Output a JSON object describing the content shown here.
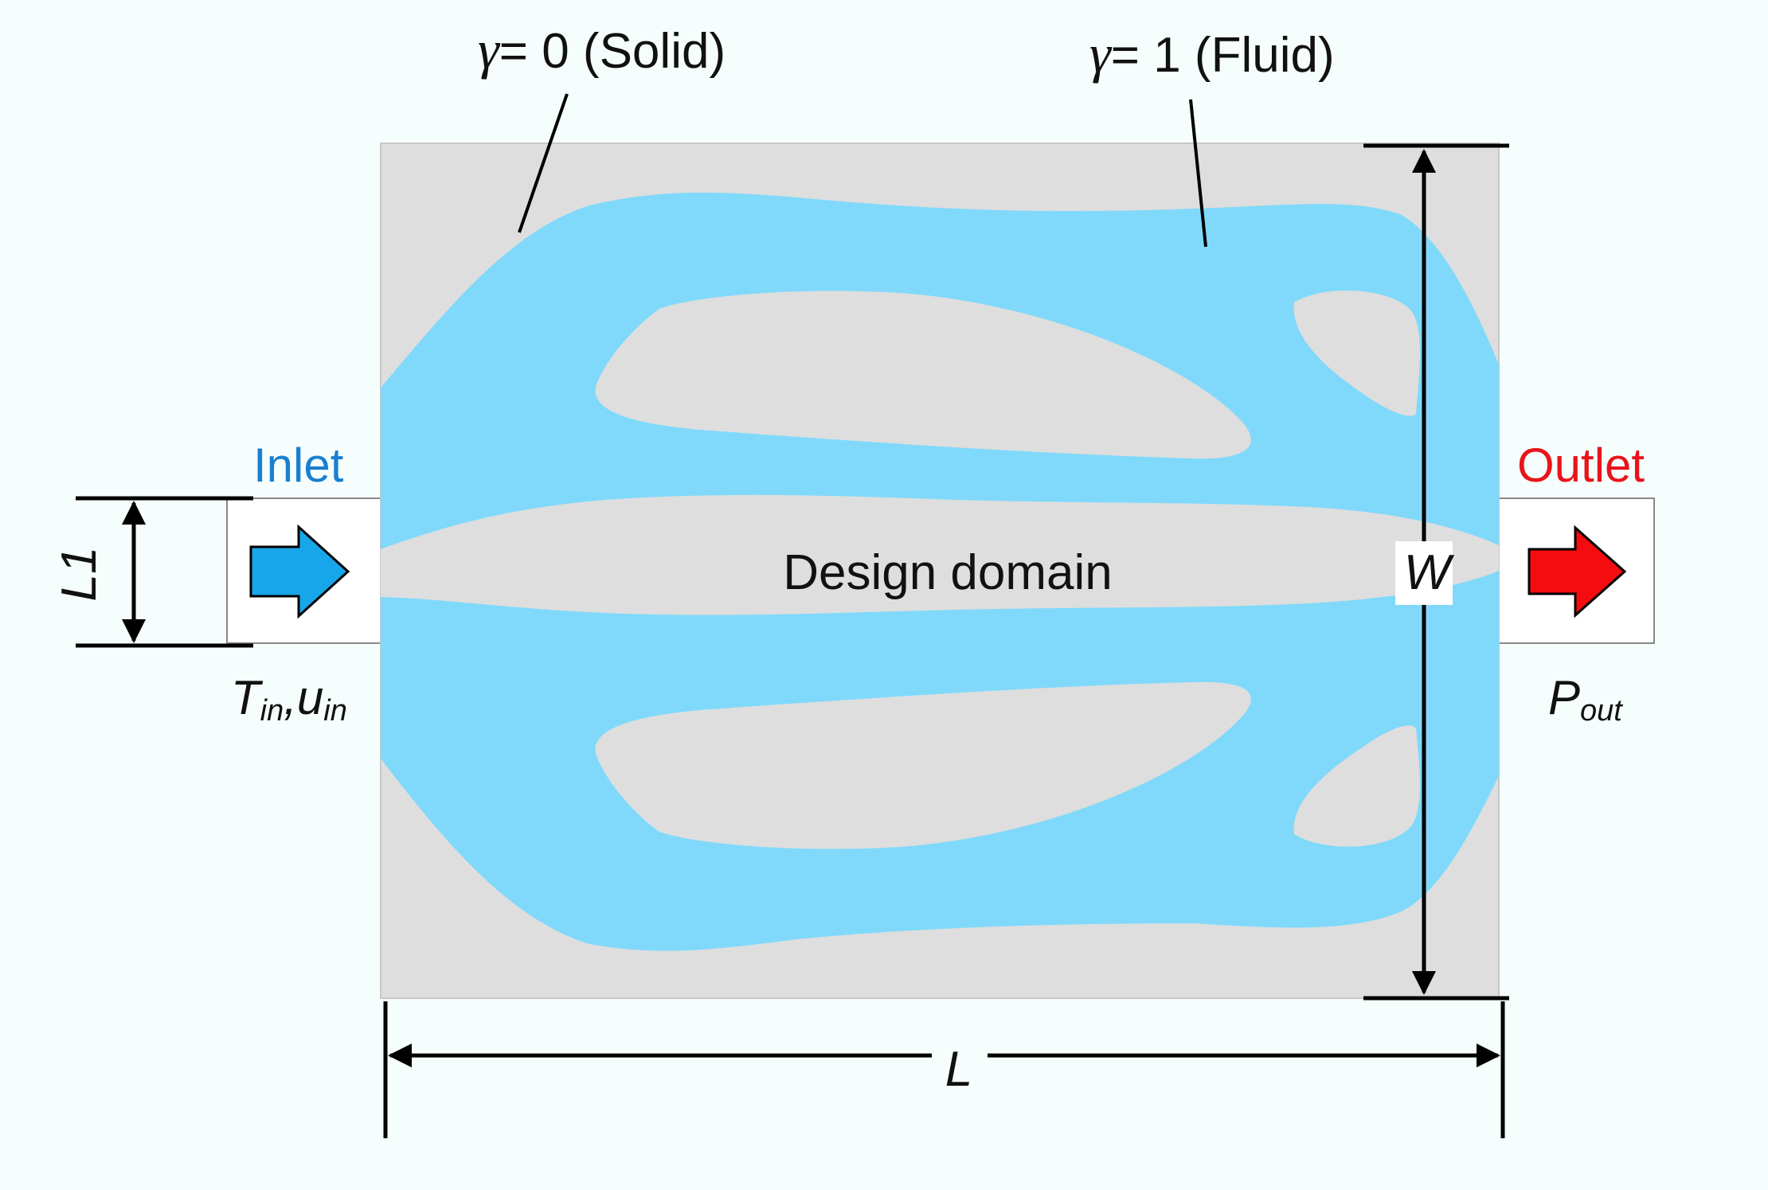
{
  "labels": {
    "solid_symbol": "γ",
    "solid_text": "= 0 (Solid)",
    "fluid_symbol": "γ",
    "fluid_text": "= 1 (Fluid)",
    "inlet": "Inlet",
    "outlet": "Outlet",
    "domain": "Design domain",
    "width": "W",
    "length": "L",
    "inlet_width": "L1",
    "inlet_temp": "T",
    "inlet_temp_sub": "in",
    "inlet_sep": ",",
    "inlet_vel": "u",
    "inlet_vel_sub": "in",
    "outlet_pressure": "P",
    "outlet_pressure_sub": "out"
  },
  "colors": {
    "background": "#f6fefd",
    "solid": "#dedede",
    "fluid": "#80d9fb",
    "inlet_accent": "#1a7fd0",
    "inlet_arrow": "#18a6ea",
    "outlet_accent": "#e8141b",
    "outlet_arrow": "#f40c10",
    "line": "#000000"
  }
}
